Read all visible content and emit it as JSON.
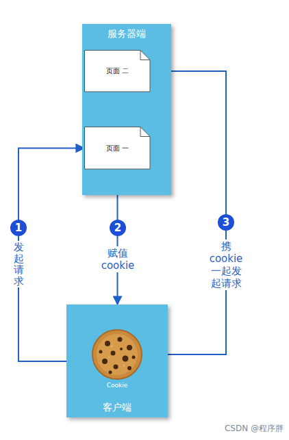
{
  "diagram": {
    "nodes": [
      {
        "text": [
          "服务器端"
        ]
      },
      {
        "text": [
          "页面 二"
        ],
        "in": 0
      },
      {
        "text": [
          "页面 一"
        ],
        "in": 0
      },
      {
        "text": [
          "Cookie",
          "客户端"
        ]
      }
    ],
    "edges": [
      {
        "from": 3,
        "to": 2,
        "arrow": "to",
        "label": "发起请求"
      },
      {
        "from": 2,
        "to": 3,
        "arrow": "to",
        "label": "赋值 cookie"
      },
      {
        "from": 3,
        "to": 1,
        "arrow": "to",
        "label": "携 cookie 一起发 起请求"
      }
    ],
    "labels": [
      "1",
      "2",
      "3",
      "CSDN @程序胖"
    ]
  }
}
